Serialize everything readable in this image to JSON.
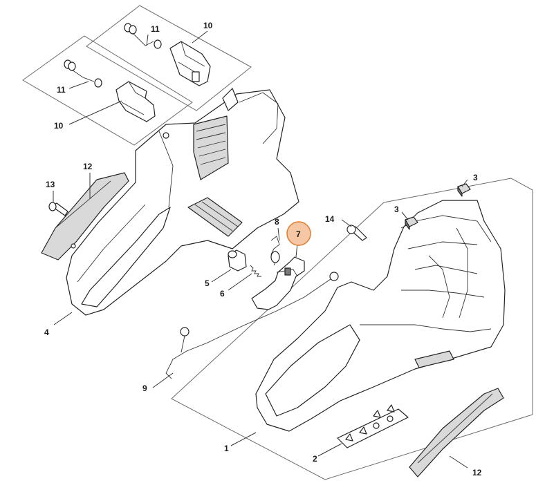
{
  "diagram": {
    "highlighted_part": "7",
    "highlight_color": "#f5c7a4",
    "highlight_border": "#e07a2e",
    "labels": {
      "p1": "1",
      "p2": "2",
      "p3a": "3",
      "p3b": "3",
      "p4": "4",
      "p5": "5",
      "p6": "6",
      "p7": "7",
      "p8": "8",
      "p9": "9",
      "p10a": "10",
      "p10b": "10",
      "p11a": "11",
      "p11b": "11",
      "p12a": "12",
      "p12b": "12",
      "p13": "13",
      "p14": "14"
    }
  }
}
